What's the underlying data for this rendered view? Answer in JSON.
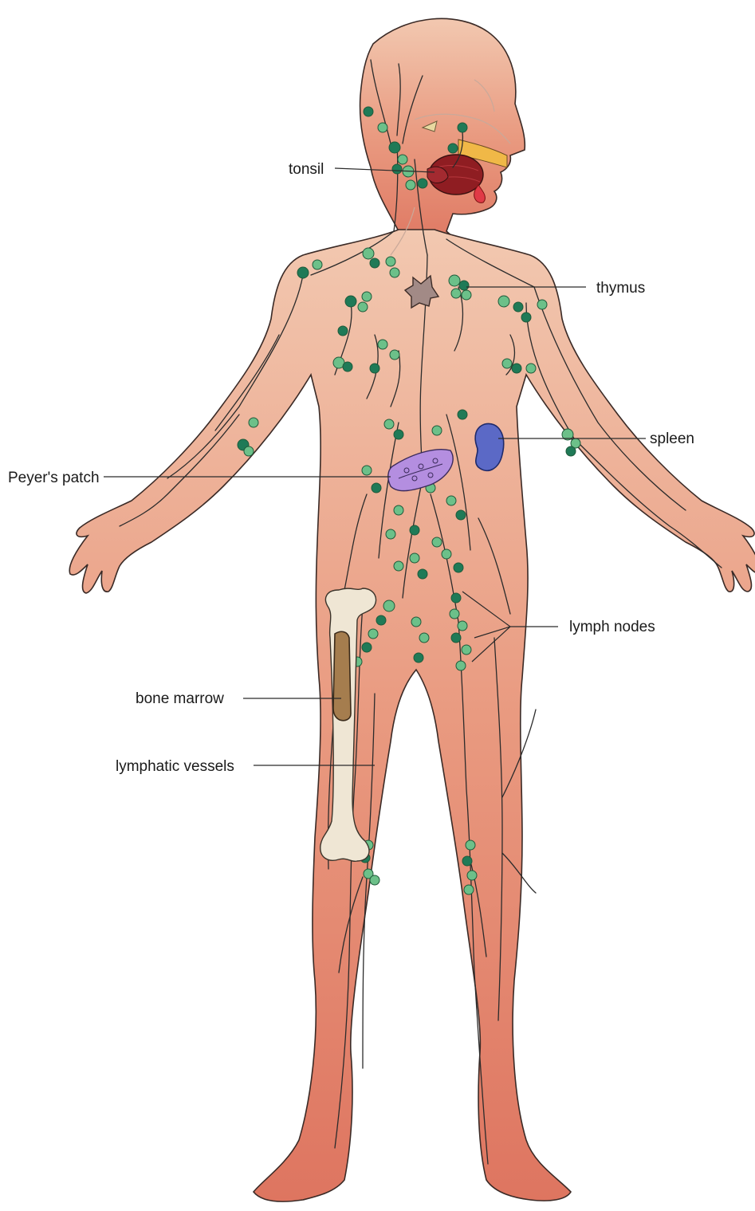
{
  "labels": {
    "tonsil": "tonsil",
    "thymus": "thymus",
    "spleen": "spleen",
    "peyers_patch": "Peyer's patch",
    "lymph_nodes": "lymph nodes",
    "bone_marrow": "bone marrow",
    "lymphatic_vessels": "lymphatic vessels"
  },
  "colors": {
    "skin_top": "#eec0a6",
    "skin_bottom": "#e27a64",
    "lymph_node_dark": "#1f7a57",
    "lymph_node_light": "#6cc089",
    "thymus": "#a28a86",
    "spleen": "#5b69c6",
    "peyers_patch": "#b48ee0",
    "bone": "#efe6d4",
    "marrow": "#a57d4e",
    "mouth": "#8f1d22"
  }
}
